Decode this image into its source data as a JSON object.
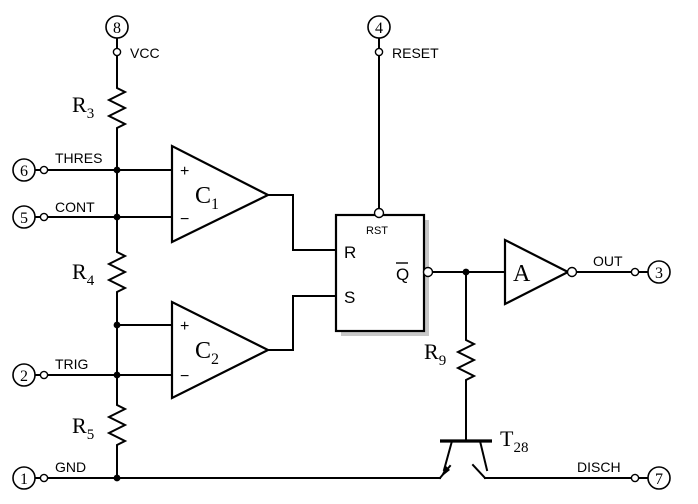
{
  "pins": [
    {
      "id": "pin-8",
      "number": "8",
      "label": "VCC"
    },
    {
      "id": "pin-4",
      "number": "4",
      "label": "RESET"
    },
    {
      "id": "pin-6",
      "number": "6",
      "label": "THRES"
    },
    {
      "id": "pin-5",
      "number": "5",
      "label": "CONT"
    },
    {
      "id": "pin-2",
      "number": "2",
      "label": "TRIG"
    },
    {
      "id": "pin-1",
      "number": "1",
      "label": "GND"
    },
    {
      "id": "pin-3",
      "number": "3",
      "label": "OUT"
    },
    {
      "id": "pin-7",
      "number": "7",
      "label": "DISCH"
    }
  ],
  "resistors": [
    {
      "id": "r3",
      "letter": "R",
      "sub": "3"
    },
    {
      "id": "r4",
      "letter": "R",
      "sub": "4"
    },
    {
      "id": "r5",
      "letter": "R",
      "sub": "5"
    },
    {
      "id": "r9",
      "letter": "R",
      "sub": "9"
    }
  ],
  "comparators": [
    {
      "id": "c1",
      "letter": "C",
      "sub": "1",
      "plus": "+",
      "minus": "−"
    },
    {
      "id": "c2",
      "letter": "C",
      "sub": "2",
      "plus": "+",
      "minus": "−"
    }
  ],
  "flipflop": {
    "r": "R",
    "s": "S",
    "q": "Q",
    "rst": "RST"
  },
  "amplifier": {
    "label": "A"
  },
  "transistor": {
    "letter": "T",
    "sub": "28"
  }
}
